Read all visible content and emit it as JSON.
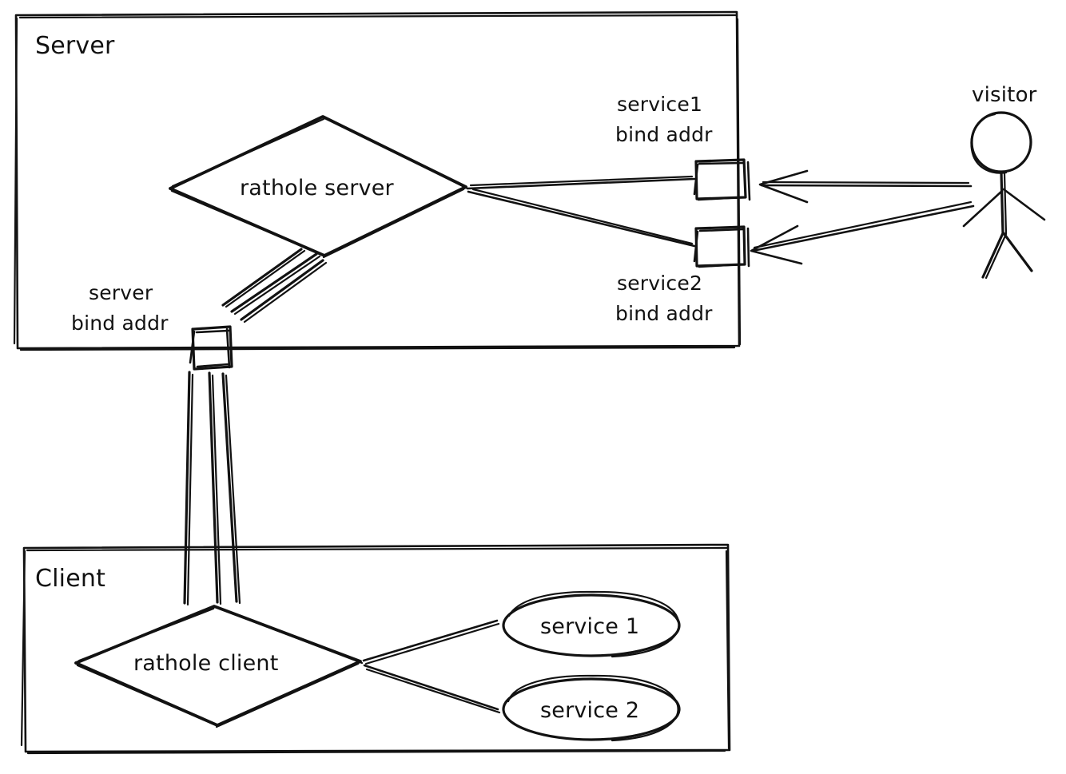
{
  "diagram": {
    "title": "rathole server/client tunneling diagram",
    "style": "hand-drawn sketch",
    "stroke_color": "#121212",
    "background_color": "#ffffff",
    "containers": [
      {
        "id": "server",
        "label": "Server"
      },
      {
        "id": "client",
        "label": "Client"
      }
    ],
    "nodes": [
      {
        "id": "rathole-server",
        "shape": "diamond",
        "label": "rathole server"
      },
      {
        "id": "rathole-client",
        "shape": "diamond",
        "label": "rathole client"
      },
      {
        "id": "service-1",
        "shape": "ellipse",
        "label": "service 1"
      },
      {
        "id": "service-2",
        "shape": "ellipse",
        "label": "service 2"
      },
      {
        "id": "service1-port",
        "shape": "square",
        "label": ""
      },
      {
        "id": "service2-port",
        "shape": "square",
        "label": ""
      },
      {
        "id": "server-port",
        "shape": "square",
        "label": ""
      },
      {
        "id": "visitor",
        "shape": "stick-figure",
        "label": "visitor"
      }
    ],
    "labels": {
      "server": "Server",
      "client": "Client",
      "rathole_server": "rathole server",
      "rathole_client": "rathole client",
      "service1_bind_addr": "service1\nbind addr",
      "service1_bind_addr_line1": "service1",
      "service1_bind_addr_line2": "bind addr",
      "service2_bind_addr_line1": "service2",
      "service2_bind_addr_line2": "bind addr",
      "server_bind_addr_line1": "server",
      "server_bind_addr_line2": "bind addr",
      "visitor": "visitor",
      "service_1": "service 1",
      "service_2": "service 2"
    },
    "edges": [
      {
        "from": "rathole-server",
        "to": "service1-port",
        "arrow": false
      },
      {
        "from": "rathole-server",
        "to": "service2-port",
        "arrow": false
      },
      {
        "from": "visitor",
        "to": "service1-port",
        "arrow": true
      },
      {
        "from": "visitor",
        "to": "service2-port",
        "arrow": true
      },
      {
        "from": "rathole-server",
        "to": "server-port",
        "arrow": false
      },
      {
        "from": "server-port",
        "to": "rathole-client",
        "arrow": false
      },
      {
        "from": "rathole-client",
        "to": "service-1",
        "arrow": false
      },
      {
        "from": "rathole-client",
        "to": "service-2",
        "arrow": false
      }
    ]
  }
}
